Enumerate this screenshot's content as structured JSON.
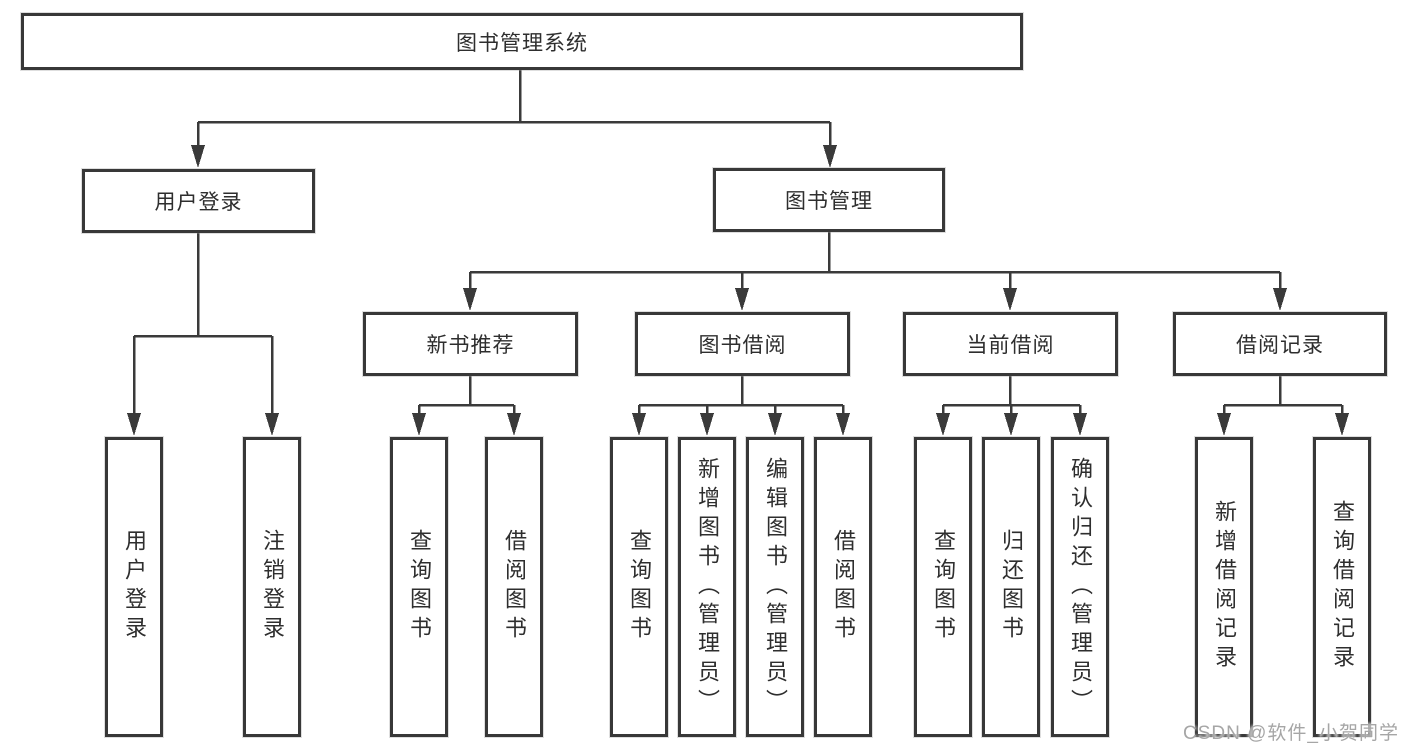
{
  "root": "图书管理系统",
  "level2": {
    "user_login": "用户登录",
    "book_mgmt": "图书管理"
  },
  "level3": {
    "new_books": "新书推荐",
    "book_borrow": "图书借阅",
    "current_borrow": "当前借阅",
    "borrow_records": "借阅记录"
  },
  "leaves": {
    "login": [
      "用户登录",
      "注销登录"
    ],
    "new_books": [
      "查询图书",
      "借阅图书"
    ],
    "book_borrow": [
      "查询图书",
      "新增图书（管理员）",
      "编辑图书（管理员）",
      "借阅图书"
    ],
    "current_borrow": [
      "查询图书",
      "归还图书",
      "确认归还（管理员）"
    ],
    "borrow_records": [
      "新增借阅记录",
      "查询借阅记录"
    ]
  },
  "watermark": "CSDN @软件_小贺同学",
  "colors": {
    "line": "#3a3a3a",
    "border": "#383838",
    "text": "#2e2e2e",
    "watermark": "#a6a6a6",
    "background": "#ffffff"
  }
}
